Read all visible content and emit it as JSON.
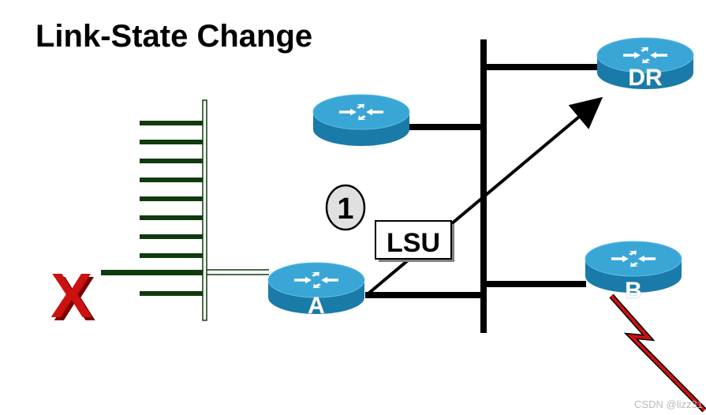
{
  "title": "Link-State Change",
  "step_badge": "1",
  "packet_label": "LSU",
  "routers": {
    "top_router": {
      "label": ""
    },
    "dr": {
      "label": "DR"
    },
    "a": {
      "label": "A"
    },
    "b": {
      "label": "B"
    }
  },
  "failure_mark": "X",
  "watermark": "CSDN @lizz31",
  "colors": {
    "router_body": "#1f8fbf",
    "router_top": "#3aa6d6",
    "router_side": "#1a7aa8",
    "switch_port": "#0f3b0f",
    "failure": "#cc1111",
    "serial_link": "#cc1111",
    "badge_fill": "#e0e0e0"
  },
  "icons": [
    "router-icon",
    "switch-icon",
    "failure-x-icon",
    "serial-link-icon",
    "arrow-icon"
  ]
}
